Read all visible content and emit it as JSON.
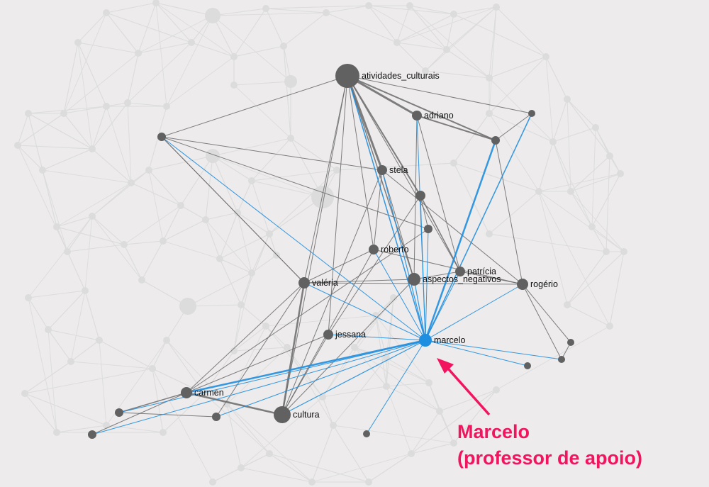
{
  "colors": {
    "background": "#edebeb",
    "faint": "#dcdcdc",
    "node": "#616161",
    "edge": "#6a6a6a",
    "highlight": "#1e8ee0",
    "annotation": "#f2145f"
  },
  "annotation": {
    "line1": "Marcelo",
    "line2": "(professor de apoio)"
  },
  "graph": {
    "highlighted_node": "marcelo",
    "nodes": [
      {
        "id": "atividades_culturais",
        "label": "atividades_culturais"
      },
      {
        "id": "adriano",
        "label": "adriano"
      },
      {
        "id": "stela",
        "label": "stela"
      },
      {
        "id": "roberto",
        "label": "roberto"
      },
      {
        "id": "patricia",
        "label": "patrícia"
      },
      {
        "id": "aspectos_negativos",
        "label": "aspectos_negativos"
      },
      {
        "id": "rogerio",
        "label": "rogério"
      },
      {
        "id": "valeria",
        "label": "valéria"
      },
      {
        "id": "jessana",
        "label": "jessana"
      },
      {
        "id": "marcelo",
        "label": "marcelo"
      },
      {
        "id": "carmen",
        "label": "carmen"
      },
      {
        "id": "cultura",
        "label": "cultura"
      },
      {
        "id": "u1",
        "label": ""
      },
      {
        "id": "u2",
        "label": ""
      },
      {
        "id": "u3",
        "label": ""
      },
      {
        "id": "u4",
        "label": ""
      },
      {
        "id": "u5",
        "label": ""
      },
      {
        "id": "u6",
        "label": ""
      },
      {
        "id": "u7",
        "label": ""
      },
      {
        "id": "u8",
        "label": ""
      },
      {
        "id": "u9",
        "label": ""
      },
      {
        "id": "u10",
        "label": ""
      },
      {
        "id": "u11",
        "label": ""
      },
      {
        "id": "u12",
        "label": ""
      },
      {
        "id": "u13",
        "label": ""
      }
    ]
  }
}
